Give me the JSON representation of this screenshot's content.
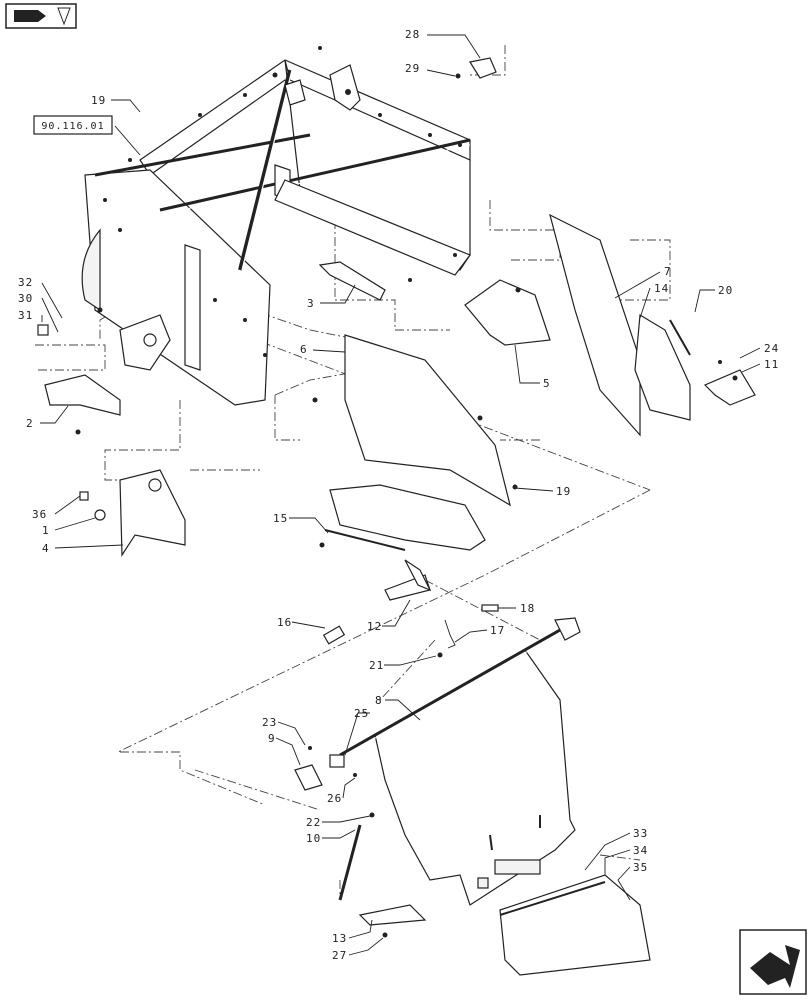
{
  "diagram": {
    "reference_box": "90.116.01",
    "callouts": [
      {
        "id": "c28",
        "text": "28"
      },
      {
        "id": "c29",
        "text": "29"
      },
      {
        "id": "c19a",
        "text": "19"
      },
      {
        "id": "c32",
        "text": "32"
      },
      {
        "id": "c30",
        "text": "30"
      },
      {
        "id": "c31",
        "text": "31"
      },
      {
        "id": "c3",
        "text": "3"
      },
      {
        "id": "c6",
        "text": "6"
      },
      {
        "id": "c2",
        "text": "2"
      },
      {
        "id": "c7",
        "text": "7"
      },
      {
        "id": "c14",
        "text": "14"
      },
      {
        "id": "c20",
        "text": "20"
      },
      {
        "id": "c24",
        "text": "24"
      },
      {
        "id": "c11",
        "text": "11"
      },
      {
        "id": "c5",
        "text": "5"
      },
      {
        "id": "c36",
        "text": "36"
      },
      {
        "id": "c1",
        "text": "1"
      },
      {
        "id": "c4",
        "text": "4"
      },
      {
        "id": "c19b",
        "text": "19"
      },
      {
        "id": "c15",
        "text": "15"
      },
      {
        "id": "c18",
        "text": "18"
      },
      {
        "id": "c16",
        "text": "16"
      },
      {
        "id": "c12",
        "text": "12"
      },
      {
        "id": "c17",
        "text": "17"
      },
      {
        "id": "c21",
        "text": "21"
      },
      {
        "id": "c8",
        "text": "8"
      },
      {
        "id": "c23",
        "text": "23"
      },
      {
        "id": "c25",
        "text": "25"
      },
      {
        "id": "c9",
        "text": "9"
      },
      {
        "id": "c26",
        "text": "26"
      },
      {
        "id": "c22",
        "text": "22"
      },
      {
        "id": "c10",
        "text": "10"
      },
      {
        "id": "c33",
        "text": "33"
      },
      {
        "id": "c34",
        "text": "34"
      },
      {
        "id": "c35",
        "text": "35"
      },
      {
        "id": "c13",
        "text": "13"
      },
      {
        "id": "c27",
        "text": "27"
      }
    ]
  },
  "nav": {
    "prev_icon": "book-arrow-icon",
    "next_icon": "next-page-arrow-icon"
  }
}
